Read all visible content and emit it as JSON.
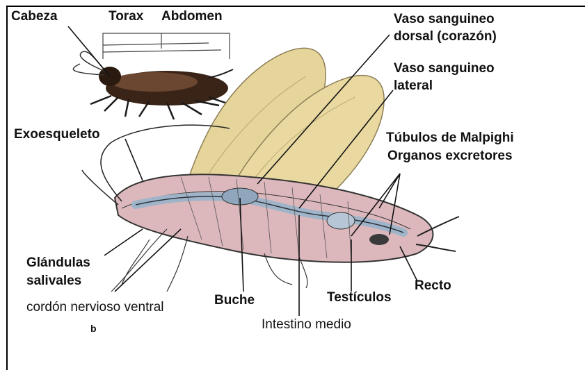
{
  "labels": {
    "cabeza": "Cabeza",
    "torax": "Torax",
    "abdomen": "Abdomen",
    "vaso_dorsal_1": "Vaso sanguineo",
    "vaso_dorsal_2": "dorsal (corazón)",
    "vaso_lateral_1": "Vaso sanguineo",
    "vaso_lateral_2": "lateral",
    "exoesqueleto": "Exoesqueleto",
    "malpighi": "Túbulos de Malpighi",
    "organos": "Organos excretores",
    "glandulas_1": "Glándulas",
    "glandulas_2": "salivales",
    "cordon": "cordón nervioso ventral",
    "buche": "Buche",
    "intestino": "Intestino medio",
    "testiculos": "Testículos",
    "recto": "Recto",
    "b_mark": "b"
  },
  "colors": {
    "wing": "#e6d59a",
    "body": "#dcb8bc",
    "gut": "#9fb4c8",
    "roach": "#3a2418"
  }
}
